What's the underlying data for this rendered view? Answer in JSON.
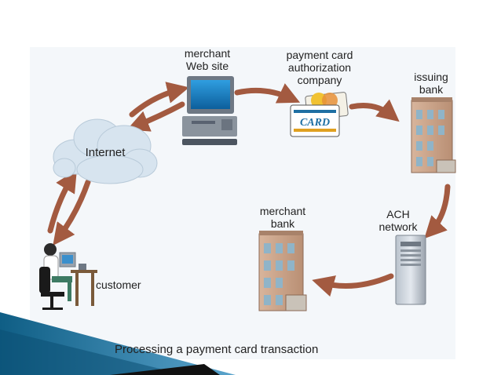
{
  "labels": {
    "merchant_web_site": "merchant\nWeb site",
    "authorization_company": "payment card\nauthorization\ncompany",
    "issuing_bank": "issuing\nbank",
    "internet": "Internet",
    "ach_network": "ACH\nnetwork",
    "merchant_bank": "merchant\nbank",
    "customer": "customer",
    "card_text": "CARD"
  },
  "caption": "Processing a payment card transaction",
  "colors": {
    "panel": "#f4f7fa",
    "arrow": "#a35a40",
    "cloud": "#d7e4ef",
    "building": "#c9a389",
    "accent_blue": "#1e6fa3"
  }
}
